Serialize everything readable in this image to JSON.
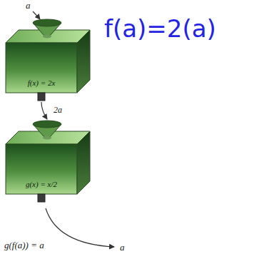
{
  "diagram": {
    "nodes": [
      {
        "text": [
          "f(x) = 2x"
        ]
      },
      {
        "text": [
          "g(x) = x/2"
        ]
      }
    ],
    "edges": [
      {
        "from": 0,
        "to": 1,
        "label": "2a",
        "arrow": "to"
      }
    ],
    "labels": [
      "a",
      "f(a)=2(a)",
      "g(f(a)) = a",
      "a"
    ]
  }
}
